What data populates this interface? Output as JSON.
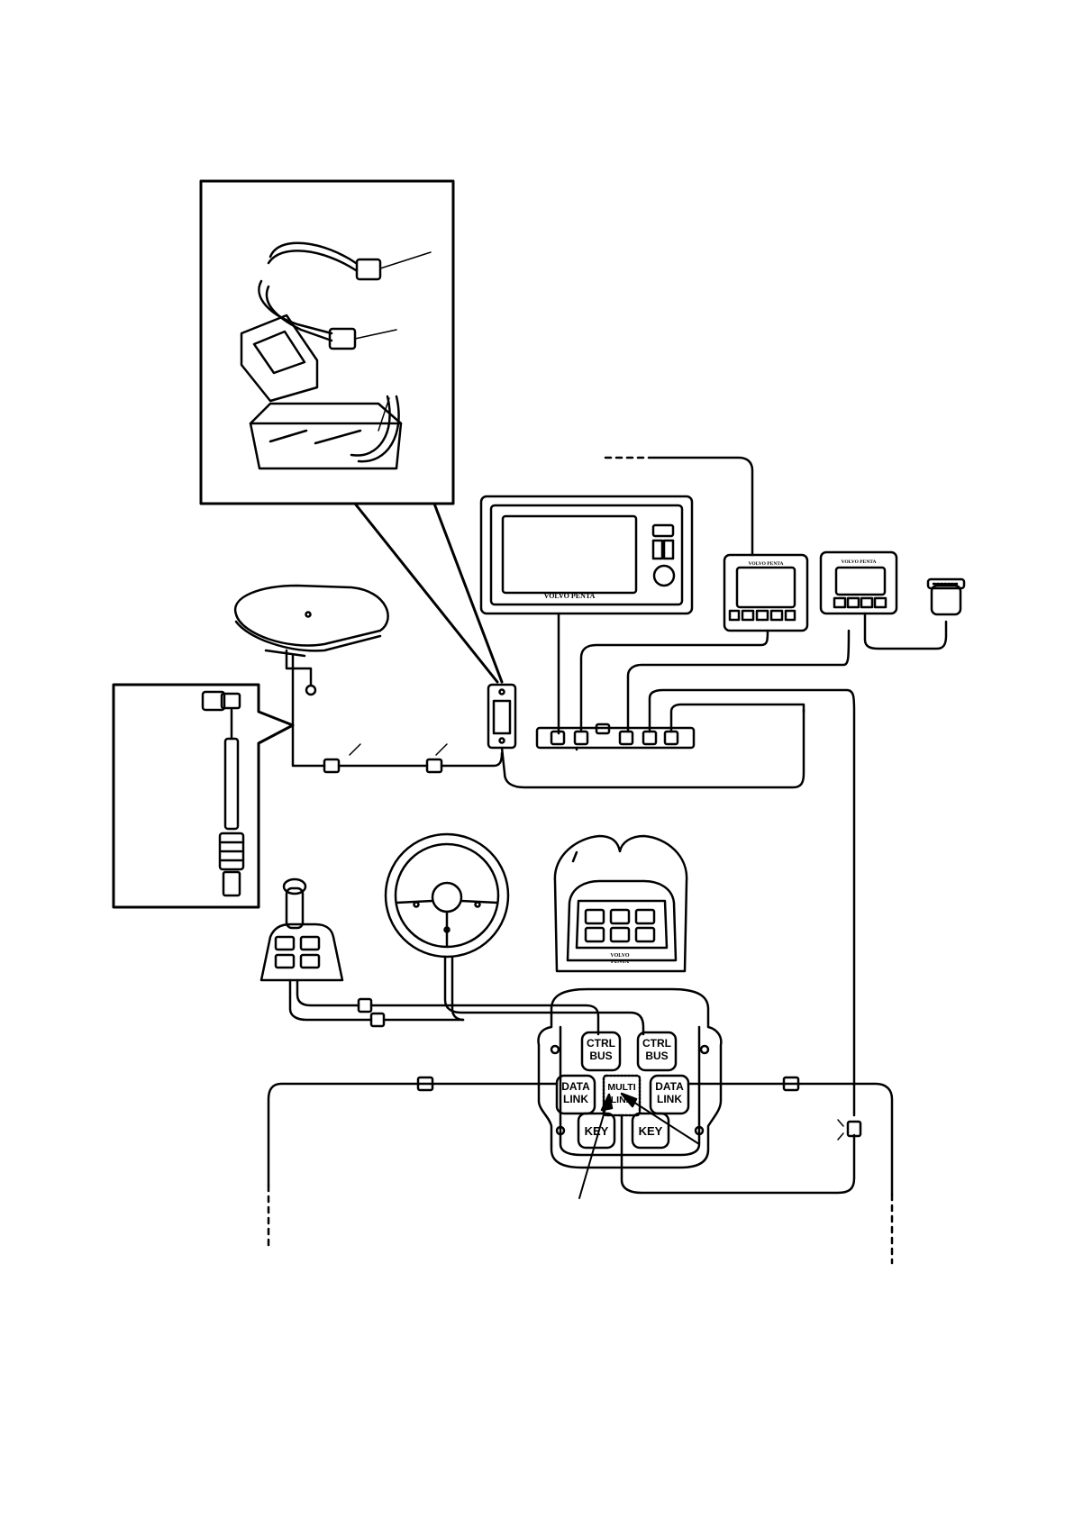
{
  "brand": {
    "main_display": "VOLVO PENTA",
    "gauge_a": "VOLVO PENTA",
    "gauge_b": "VOLVO PENTA",
    "control_panel_line1": "VOLVO",
    "control_panel_line2": "PENTA"
  },
  "hub_ports": {
    "ctrl_bus_left": [
      "CTRL",
      "BUS"
    ],
    "ctrl_bus_right": [
      "CTRL",
      "BUS"
    ],
    "data_link_left": [
      "DATA",
      "LINK"
    ],
    "multi_link": [
      "MULTI",
      "LINK"
    ],
    "data_link_right": [
      "DATA",
      "LINK"
    ],
    "key_left": "KEY",
    "key_right": "KEY"
  }
}
